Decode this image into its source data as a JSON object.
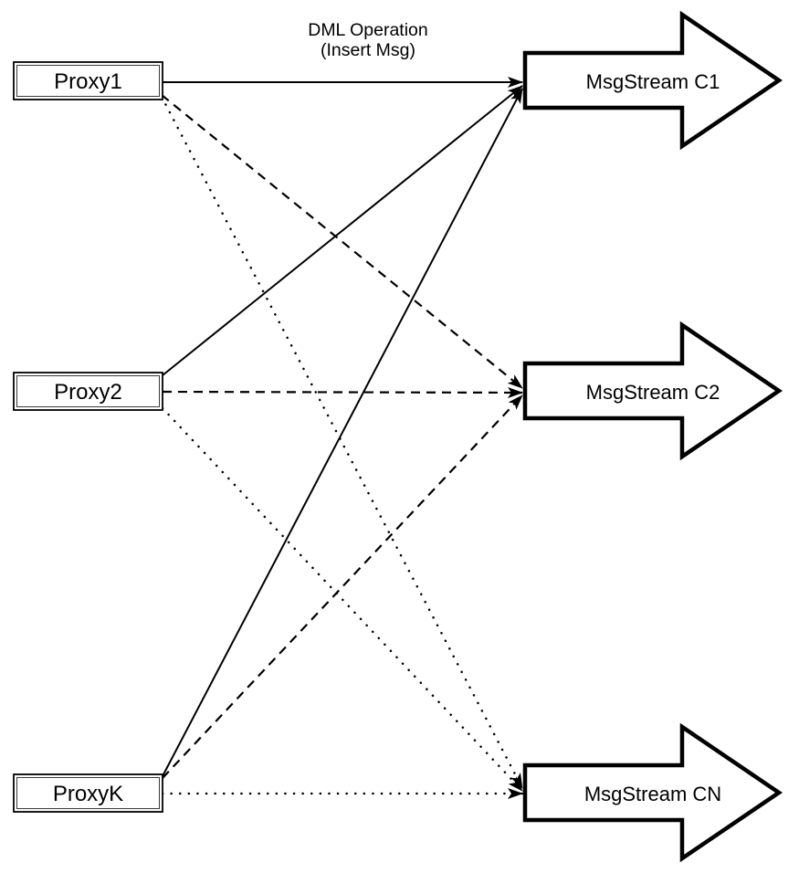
{
  "diagram": {
    "colors": {
      "background": "#ffffff",
      "stroke": "#000000",
      "node_fill": "#ffffff"
    },
    "annotation": {
      "line1": "DML Operation",
      "line2": "(Insert Msg)"
    },
    "proxies": [
      {
        "id": "proxy1",
        "label": "Proxy1"
      },
      {
        "id": "proxy2",
        "label": "Proxy2"
      },
      {
        "id": "proxyk",
        "label": "ProxyK"
      }
    ],
    "streams": [
      {
        "id": "c1",
        "label": "MsgStream C1"
      },
      {
        "id": "c2",
        "label": "MsgStream C2"
      },
      {
        "id": "cn",
        "label": "MsgStream CN"
      }
    ],
    "edges": [
      {
        "id": "proxy1-c1",
        "from": "Proxy1",
        "to": "MsgStream C1",
        "style": "solid"
      },
      {
        "id": "proxy1-c2",
        "from": "Proxy1",
        "to": "MsgStream C2",
        "style": "dashed"
      },
      {
        "id": "proxy1-cn",
        "from": "Proxy1",
        "to": "MsgStream CN",
        "style": "dotted"
      },
      {
        "id": "proxy2-c1",
        "from": "Proxy2",
        "to": "MsgStream C1",
        "style": "solid"
      },
      {
        "id": "proxy2-c2",
        "from": "Proxy2",
        "to": "MsgStream C2",
        "style": "dashed"
      },
      {
        "id": "proxy2-cn",
        "from": "Proxy2",
        "to": "MsgStream CN",
        "style": "dotted"
      },
      {
        "id": "proxyk-c1",
        "from": "ProxyK",
        "to": "MsgStream C1",
        "style": "solid"
      },
      {
        "id": "proxyk-c2",
        "from": "ProxyK",
        "to": "MsgStream C2",
        "style": "dashed"
      },
      {
        "id": "proxyk-cn",
        "from": "ProxyK",
        "to": "MsgStream CN",
        "style": "dotted"
      }
    ]
  }
}
